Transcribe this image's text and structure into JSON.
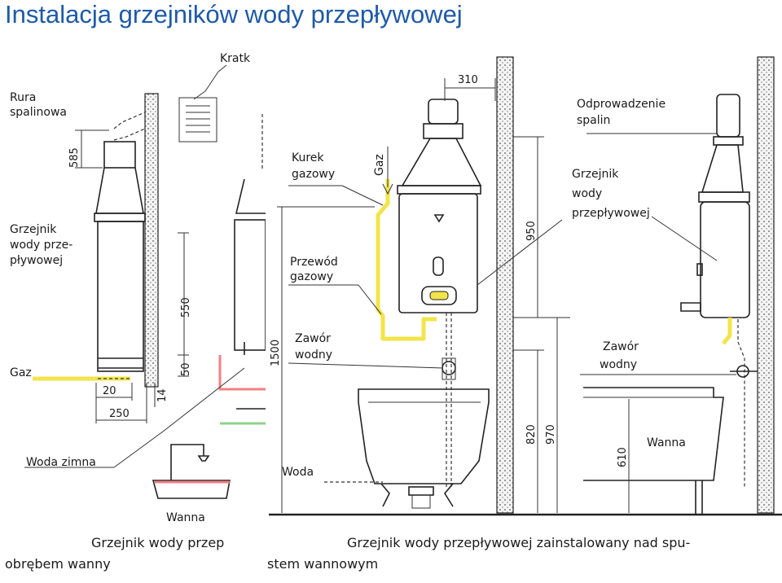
{
  "title": "Instalacja grzejników wody przepływowej",
  "left_panel": {
    "labels": {
      "grate": "Kratk",
      "flue_pipe_1": "Rura",
      "flue_pipe_2": "spalinowa",
      "heater_1": "Grzejnik",
      "heater_2": "wody prze-",
      "heater_3": "pływowej",
      "gas": "Gaz",
      "cold_water": "Woda zimna",
      "bath": "Wanna"
    },
    "dimensions": {
      "d585": "585",
      "d550": "550",
      "d50": "50",
      "d20": "20",
      "d250": "250",
      "d14": "14"
    },
    "caption_1": "Grzejnik   wody   przep",
    "caption_2": "obrębem wanny"
  },
  "right_panel": {
    "labels": {
      "gas_valve_1": "Kurek",
      "gas_valve_2": "gazowy",
      "gas": "Gaz",
      "gas_pipe_1": "Przewód",
      "gas_pipe_2": "gazowy",
      "water_valve_1": "Zawór",
      "water_valve_2": "wodny",
      "water": "Woda",
      "flue_1": "Odprowadzenie",
      "flue_2": "spalin",
      "heater_1": "Grzejnik",
      "heater_2": "wody",
      "heater_3": "przepływowej",
      "water_valve_b_1": "Zawór",
      "water_valve_b_2": "wodny",
      "bath": "Wanna"
    },
    "dimensions": {
      "d310": "310",
      "d950": "950",
      "d1500": "1500",
      "d820": "820",
      "d970": "970",
      "d610": "610"
    },
    "caption_1": "Grzejnik  wody  przepływowej  zainstalowany  nad  spu-",
    "caption_2": "stem  wannowym"
  },
  "colors": {
    "title": "#1e5aa8",
    "gas_line": "#f2e44a",
    "hot_line": "#f08080",
    "cold_line": "#8fd18f"
  }
}
